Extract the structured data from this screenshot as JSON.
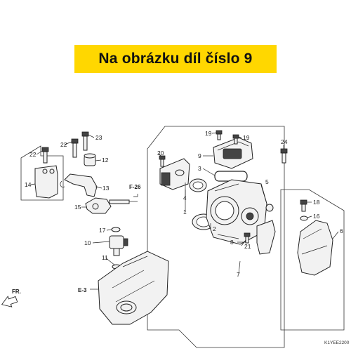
{
  "banner": {
    "text": "Na obrázku díl číslo 9",
    "color": "#ffd700"
  },
  "callouts": [
    "1",
    "2",
    "3",
    "4",
    "5",
    "6",
    "7",
    "8",
    "9",
    "10",
    "11",
    "12",
    "13",
    "14",
    "15",
    "16",
    "17",
    "18",
    "19",
    "20",
    "21",
    "22",
    "23",
    "24"
  ],
  "refs": {
    "f26": "F-26",
    "e3": "E-3",
    "fr": "FR."
  },
  "diagram_code": "K1YEE2200"
}
